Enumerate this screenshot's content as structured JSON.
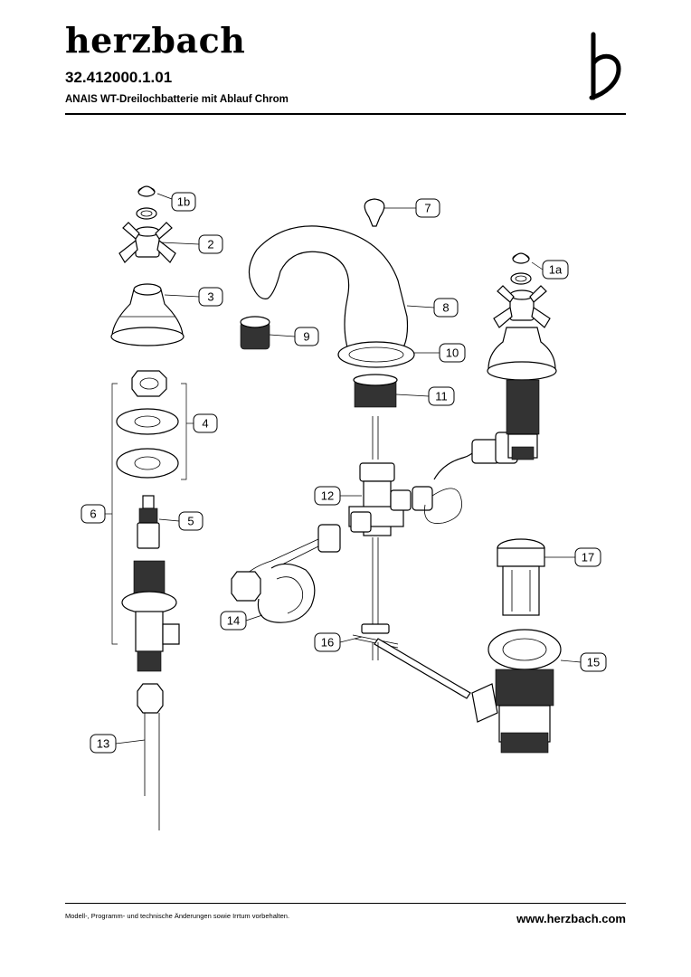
{
  "header": {
    "brand": "herzbach",
    "doc_number": "32.412000.1.01",
    "product_name": "ANAIS WT-Dreilochbatterie mit Ablauf Chrom",
    "logo_icon": "herzbach-h-logo-icon"
  },
  "parts": {
    "p1a": "1a",
    "p1b": "1b",
    "p2": "2",
    "p3": "3",
    "p4": "4",
    "p5": "5",
    "p6": "6",
    "p7": "7",
    "p8": "8",
    "p9": "9",
    "p10": "10",
    "p11": "11",
    "p12": "12",
    "p13": "13",
    "p14": "14",
    "p15": "15",
    "p16": "16",
    "p17": "17"
  },
  "footer": {
    "disclaimer": "Modell-, Programm- und technische Änderungen sowie Irrtum vorbehalten.",
    "website": "www.herzbach.com"
  }
}
